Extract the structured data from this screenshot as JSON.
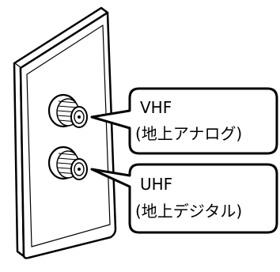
{
  "callouts": {
    "vhf": {
      "line1": "VHF",
      "line2": "(地上アナログ)"
    },
    "uhf": {
      "line1": "UHF",
      "line2": "(地上デジタル)"
    }
  },
  "colors": {
    "stroke": "#000000",
    "plate_fill": "#ffffff",
    "connector_fill": "#ffffff"
  }
}
